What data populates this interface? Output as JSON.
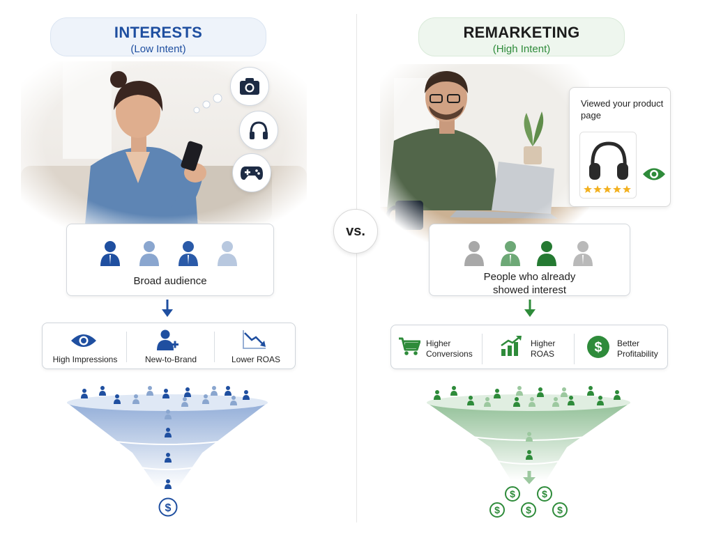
{
  "left": {
    "title": "INTERESTS",
    "subtitle": "(Low Intent)",
    "audience_label": "Broad audience",
    "metrics": [
      {
        "icon": "eye-icon",
        "label": "High Impressions"
      },
      {
        "icon": "add-user-icon",
        "label": "New-to-Brand"
      },
      {
        "icon": "trend-down-icon",
        "label": "Lower ROAS"
      }
    ],
    "interest_icons": [
      "camera-icon",
      "headphones-icon",
      "gamepad-icon"
    ]
  },
  "right": {
    "title": "REMARKETING",
    "subtitle": "(High Intent)",
    "product_card_label": "Viewed your product page",
    "rating_stars": 5,
    "audience_label_line1": "People who already",
    "audience_label_line2": "showed interest",
    "metrics": [
      {
        "icon": "cart-icon",
        "line1": "Higher",
        "line2": "Conversions"
      },
      {
        "icon": "bar-chart-up-icon",
        "line1": "Higher",
        "line2": "ROAS"
      },
      {
        "icon": "dollar-icon",
        "line1": "Better",
        "line2": "Profitability"
      }
    ]
  },
  "vs_label": "vs.",
  "colors": {
    "blue": "#1f4fa0",
    "blue_light": "#8aa6cf",
    "green": "#2e8b3a",
    "green_light": "#8cc08f"
  }
}
